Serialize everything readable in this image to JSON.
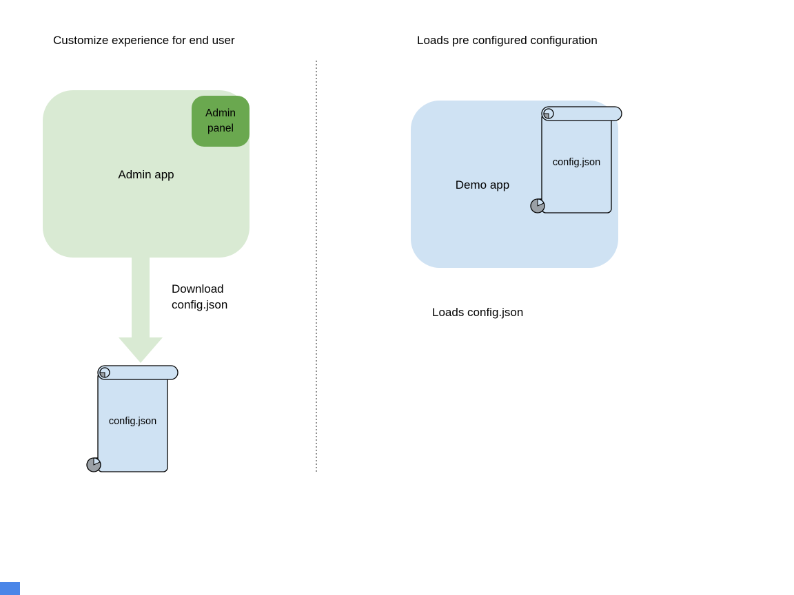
{
  "left": {
    "title": "Customize experience for end user",
    "admin_app_label": "Admin app",
    "admin_panel_label": "Admin panel",
    "download_label": "Download config.json",
    "scroll_label": "config.json"
  },
  "right": {
    "title": "Loads pre configured configuration",
    "demo_app_label": "Demo app",
    "scroll_label": "config.json",
    "caption": "Loads config.json"
  },
  "colors": {
    "admin_app_fill": "#d9ead3",
    "admin_panel_fill": "#6aa84f",
    "arrow_fill": "#d9ead3",
    "demo_app_fill": "#cfe2f3",
    "scroll_fill": "#cfe2f3",
    "scroll_curl_gray": "#9aa0a6",
    "outline": "#000000",
    "divider_gray": "#8f8f8f",
    "corner_rect_blue": "#4a86e8"
  }
}
